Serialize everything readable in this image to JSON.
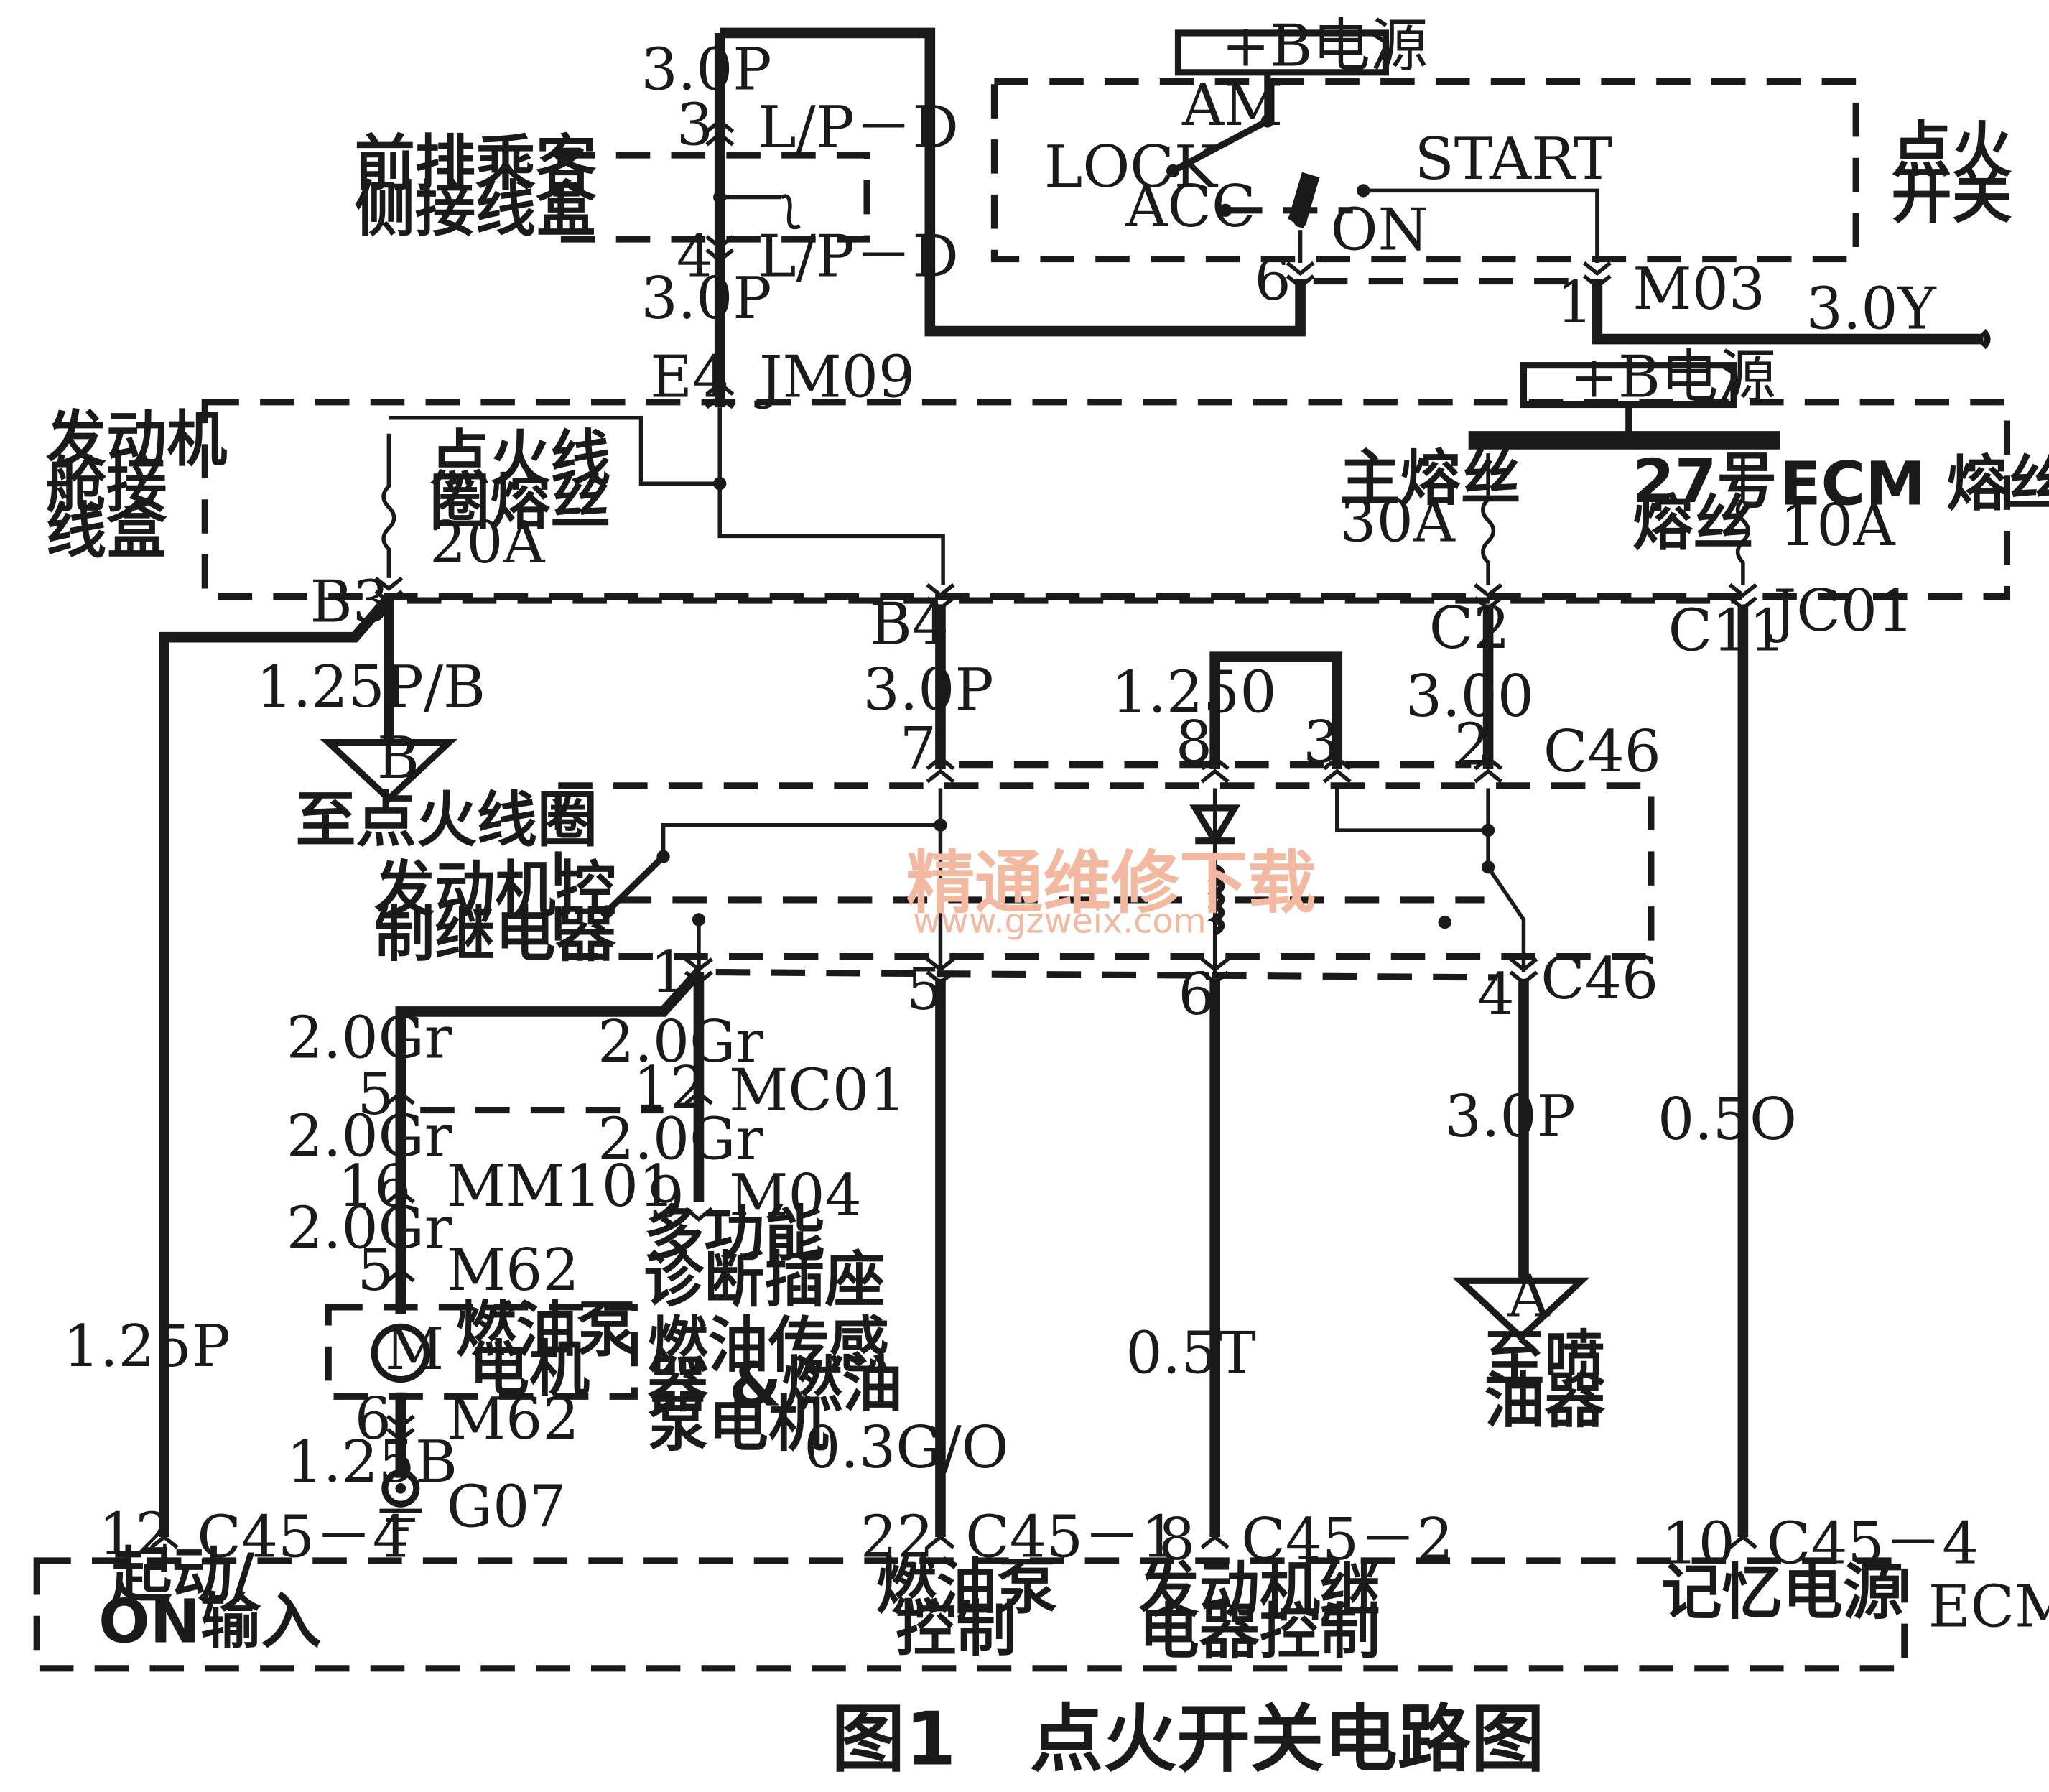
{
  "caption": "图1　点火开关电路图",
  "watermark": {
    "main": "精通维修下载",
    "url": "www.gzweix.com"
  },
  "power": {
    "top": "+B电源",
    "fuse_box": "+B电源"
  },
  "ignition_switch": {
    "title_l1": "点火",
    "title_l2": "开关",
    "positions": {
      "am": "AM",
      "lock": "LOCK",
      "acc": "ACC",
      "on": "ON",
      "start": "START"
    },
    "pin6": "6",
    "pin1": "1",
    "conn": "M03",
    "wire_out": "3.0Y"
  },
  "passenger_junction": {
    "label_l1": "前排乘客",
    "label_l2": "侧接线盒",
    "top_wire": "3.0P",
    "pin3": "3",
    "conn_top": "L/P－D",
    "pin4": "4",
    "conn_bottom": "L/P－D",
    "bottom_wire": "3.0P"
  },
  "engine_junction": {
    "label_l1": "发动机",
    "label_l2": "舱接",
    "label_l3": "线盒",
    "e4": "E4",
    "jm09": "JM09",
    "coil_fuse_l1": "点火线",
    "coil_fuse_l2": "圈熔丝",
    "coil_fuse_amp": "20A",
    "main_fuse": "主熔丝",
    "main_amp": "30A",
    "fuse27_l1": "27号",
    "fuse27_l2": "熔丝",
    "ecm_fuse": "ECM 熔丝",
    "ecm_amp": "10A",
    "b3": "B3",
    "b4": "B4",
    "c2": "C2",
    "c11": "C11",
    "jc01": "JC01"
  },
  "coil_branch": {
    "wire": "1.25P/B",
    "tag": "B",
    "dest": "至点火线圈"
  },
  "relay": {
    "label_l1": "发动机控",
    "label_l2": "制继电器",
    "w_b4": "3.0P",
    "w_jump": "1.250",
    "w_c2": "3.00",
    "p7": "7",
    "p8": "8",
    "p3": "3",
    "p2": "2",
    "c46_top": "C46",
    "p1": "1",
    "p5": "5",
    "p6": "6",
    "p4": "4",
    "c46_bottom": "C46"
  },
  "fuel_pump_circuit": {
    "w1": "2.0Gr",
    "w2": "2.0Gr",
    "p5": "5",
    "p12": "12",
    "mc01": "MC01",
    "w3": "2.0Gr",
    "w4": "2.0Gr",
    "p16": "16",
    "mm101": "MM101",
    "p9": "9",
    "m04": "M04",
    "diag_l1": "多功能",
    "diag_l2": "诊断插座",
    "w5": "2.0Gr",
    "p5b": "5",
    "m62_top": "M62",
    "motor_symbol": "M",
    "motor_l1": "燃油泵",
    "motor_l2": "电机",
    "sensor_l1": "燃油传感",
    "sensor_l2": "器 &燃油",
    "sensor_l3": "泵电机",
    "p6": "6",
    "m62_bottom": "M62",
    "w_gnd": "1.25B",
    "ground": "G07"
  },
  "injector_branch": {
    "wire": "3.0P",
    "tag": "A",
    "dest_l1": "至喷",
    "dest_l2": "油器"
  },
  "wires": {
    "start_on": "1.25P",
    "pump_ctrl": "0.3G/O",
    "relay_ctrl": "0.5T",
    "memory": "0.5O"
  },
  "ecm": {
    "label": "ECM",
    "pins": [
      {
        "num": "12",
        "conn": "C45－4",
        "fn_l1": "起动/",
        "fn_l2": "ON输入"
      },
      {
        "num": "22",
        "conn": "C45－1",
        "fn_l1": "燃油泵",
        "fn_l2": "控制"
      },
      {
        "num": "8",
        "conn": "C45－2",
        "fn_l1": "发动机继",
        "fn_l2": "电器控制"
      },
      {
        "num": "10",
        "conn": "C45－4",
        "fn_l1": "记忆电源",
        "fn_l2": ""
      }
    ]
  }
}
